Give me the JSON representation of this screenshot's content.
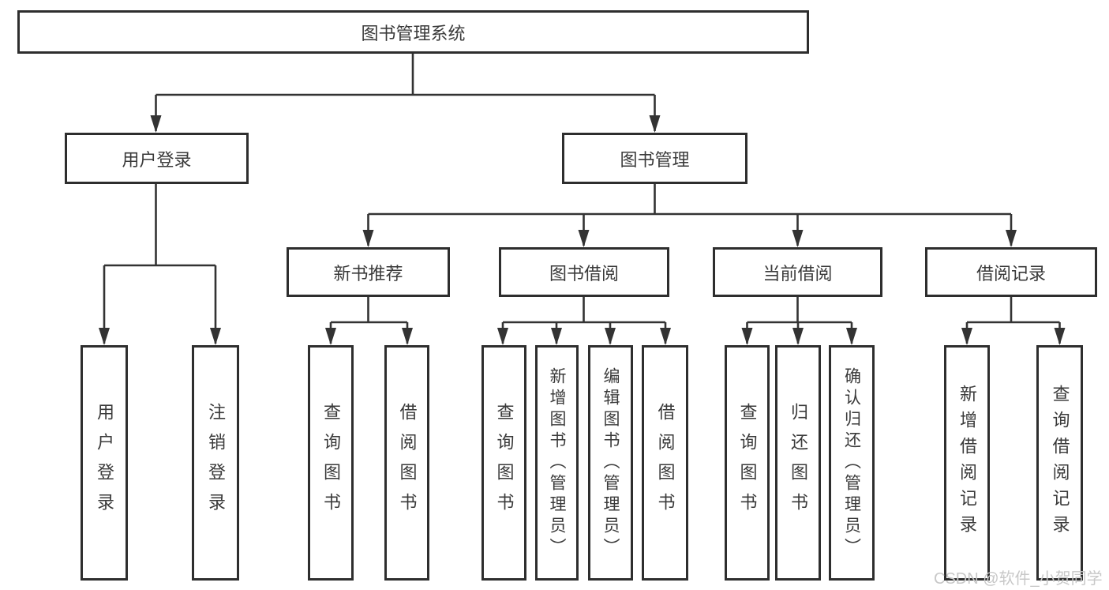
{
  "tree": {
    "root": {
      "label": "图书管理系统"
    },
    "branches": [
      {
        "label": "用户登录",
        "children": [
          {
            "label": "用户登录"
          },
          {
            "label": "注销登录"
          }
        ]
      },
      {
        "label": "图书管理",
        "children": [
          {
            "label": "新书推荐",
            "children": [
              {
                "label": "查询图书"
              },
              {
                "label": "借阅图书"
              }
            ]
          },
          {
            "label": "图书借阅",
            "children": [
              {
                "label": "查询图书"
              },
              {
                "label": "新增图书（管理员）"
              },
              {
                "label": "编辑图书（管理员）"
              },
              {
                "label": "借阅图书"
              }
            ]
          },
          {
            "label": "当前借阅",
            "children": [
              {
                "label": "查询图书"
              },
              {
                "label": "归还图书"
              },
              {
                "label": "确认归还（管理员）"
              }
            ]
          },
          {
            "label": "借阅记录",
            "children": [
              {
                "label": "新增借阅记录"
              },
              {
                "label": "查询借阅记录"
              }
            ]
          }
        ]
      }
    ]
  },
  "watermark": "CSDN @软件_小贺同学",
  "colors": {
    "line": "#333333",
    "border": "#2e2e2e",
    "text": "#3a3a3a",
    "watermark": "#c8c8c8",
    "background": "#ffffff"
  }
}
